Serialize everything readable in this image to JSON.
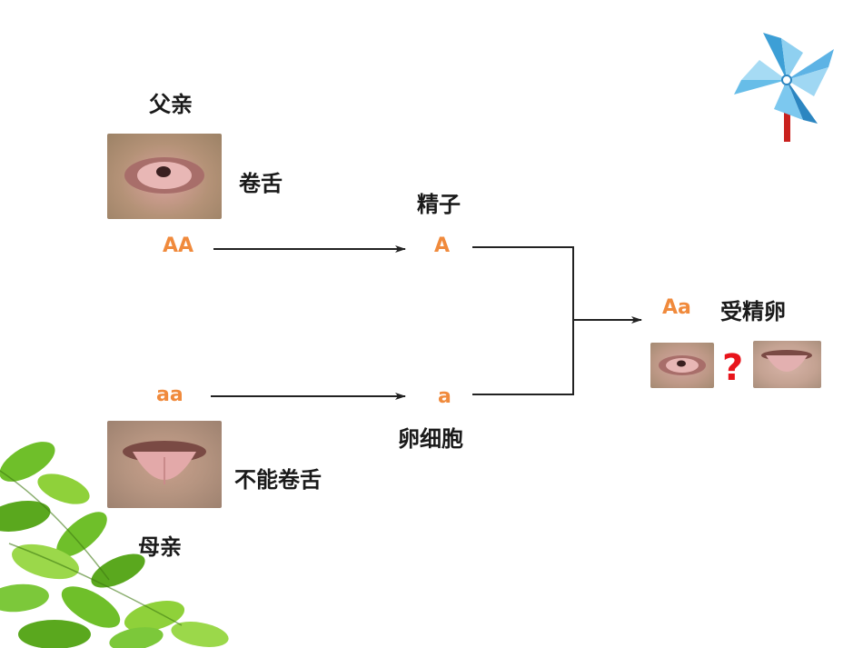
{
  "colors": {
    "gene": "#f08a3c",
    "question": "#e8141b",
    "line": "#222222"
  },
  "father": {
    "title": "父亲",
    "trait": "卷舌",
    "genotype": "AA"
  },
  "mother": {
    "title": "母亲",
    "trait": "不能卷舌",
    "genotype": "aa"
  },
  "sperm": {
    "title": "精子",
    "gene": "A"
  },
  "egg": {
    "title": "卵细胞",
    "gene": "a"
  },
  "zygote": {
    "title": "受精卵",
    "genotype": "Aa",
    "question": "?"
  },
  "icons": [
    "pinwheel-icon",
    "leaves-decoration"
  ]
}
